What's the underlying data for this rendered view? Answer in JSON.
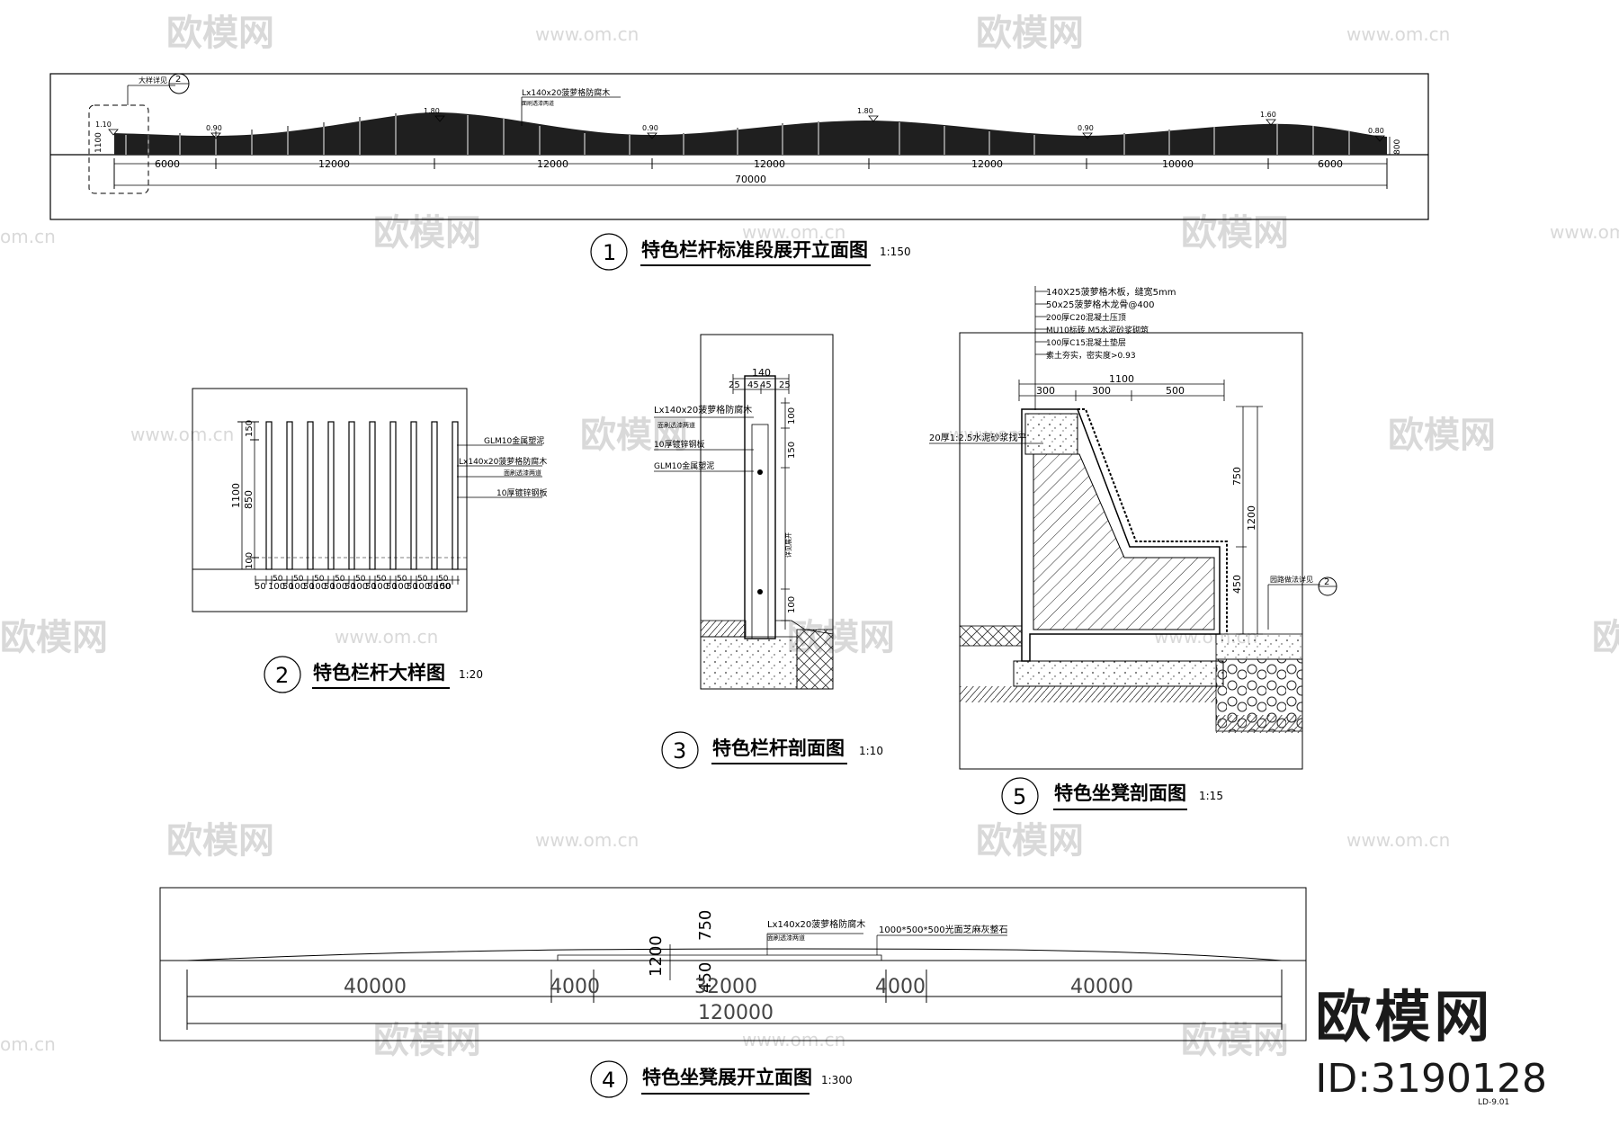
{
  "watermarks": {
    "text": "欧模网",
    "url": "www.om.cn",
    "url_short": "om.cn"
  },
  "brand": {
    "logo": "欧模网",
    "id": "ID:3190128"
  },
  "sheet_number": "LD-9.01",
  "figure1": {
    "num": "1",
    "title": "特色栏杆标准段展开立面图",
    "scale": "1:150",
    "detail_ref": "大样详见",
    "detail_num": "2",
    "note_line1": "Lx140x20菠萝格防腐木",
    "note_line2": "面刷透漆两道",
    "levels": [
      "1.10",
      "0.90",
      "1.80",
      "0.90",
      "1.80",
      "0.90",
      "1.60",
      "0.80"
    ],
    "left_height": "1100",
    "right_height": "800",
    "segments": [
      "6000",
      "12000",
      "12000",
      "12000",
      "12000",
      "10000",
      "6000"
    ],
    "total": "70000"
  },
  "figure2": {
    "num": "2",
    "title": "特色栏杆大样图",
    "scale": "1:20",
    "notes": [
      "GLM10金属塑泥",
      "Lx140x20菠萝格防腐木",
      "面刷透漆两道",
      "10厚镀锌钢板"
    ],
    "height_total": "1100",
    "height_parts": [
      "150",
      "850",
      "100"
    ],
    "bottom_dims": [
      "50",
      "100",
      "50",
      "100",
      "50",
      "100",
      "50",
      "100",
      "50",
      "100",
      "50",
      "100",
      "50",
      "100",
      "50",
      "100",
      "50",
      "100",
      "50"
    ],
    "top_dims": [
      "50",
      "50",
      "50",
      "50",
      "50",
      "50",
      "50",
      "50",
      "50"
    ]
  },
  "figure3": {
    "num": "3",
    "title": "特色栏杆剖面图",
    "scale": "1:10",
    "width_total": "140",
    "width_parts": [
      "25",
      "45",
      "45",
      "25"
    ],
    "notes": [
      "Lx140x20菠萝格防腐木",
      "面刷透漆两道",
      "10厚镀锌钢板",
      "GLM10金属塑泥"
    ],
    "vertical_dims": [
      "100",
      "150",
      "详见展开",
      "100"
    ]
  },
  "figure4": {
    "num": "4",
    "title": "特色坐凳展开立面图",
    "scale": "1:300",
    "note_line1": "Lx140x20菠萝格防腐木",
    "note_line2": "面刷透漆两道",
    "note_block": "1000*500*500光面芝麻灰整石",
    "heights": [
      "1200",
      "750",
      "450"
    ],
    "segments": [
      "40000",
      "4000",
      "32000",
      "4000",
      "40000"
    ],
    "total": "120000"
  },
  "figure5": {
    "num": "5",
    "title": "特色坐凳剖面图",
    "scale": "1:15",
    "layers": [
      "140X25菠萝格木板，缝宽5mm",
      "50x25菠萝格木龙骨@400",
      "200厚C20混凝土压顶",
      "MU10标砖 M5水泥砂浆砌筑",
      "100厚C15混凝土垫层",
      "素土夯实，密实度>0.93"
    ],
    "mortar_note": "20厚1:2.5水泥砂浆找平",
    "paving_note": "园路做法详见",
    "paving_ref": "2",
    "width_total": "1100",
    "width_parts": [
      "300",
      "300",
      "500"
    ],
    "heights": [
      "750",
      "1200",
      "450"
    ]
  }
}
